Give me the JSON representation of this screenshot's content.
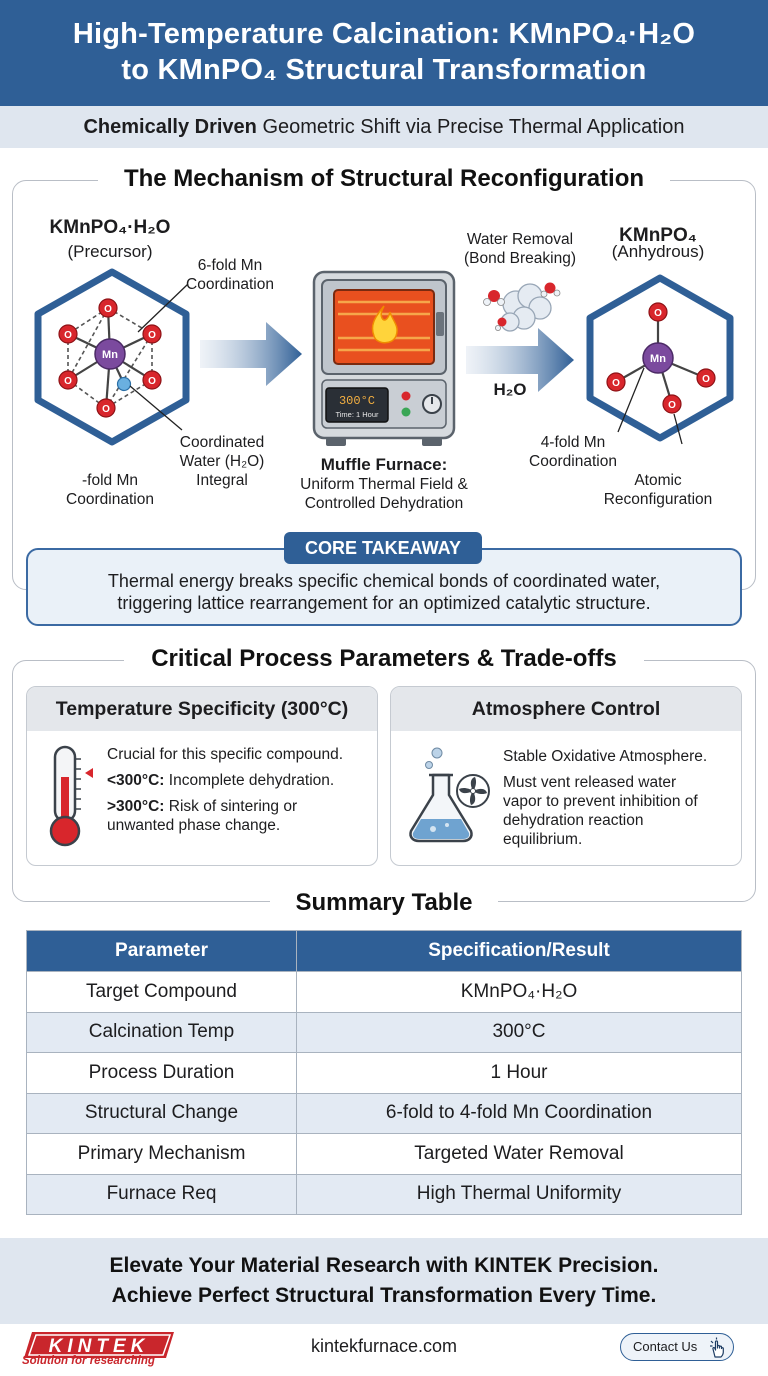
{
  "header": {
    "title_line1": "High-Temperature Calcination: KMnPO₄·H₂O",
    "title_line2": "to KMnPO₄ Structural Transformation",
    "subtitle_bold": "Chemically Driven",
    "subtitle_rest": " Geometric Shift via Precise Thermal Application"
  },
  "mechanism": {
    "title": "The Mechanism of Structural Reconfiguration",
    "precursor": {
      "formula": "KMnPO₄·H₂O",
      "label": "(Precursor)"
    },
    "label_6fold": {
      "line1": "6-fold Mn",
      "line2": "Coordination"
    },
    "label_coordinated_water": {
      "line1": "Coordinated",
      "line2": "Water (H₂O)",
      "line3": "Integral"
    },
    "label_fold_bottom": {
      "line1": "-fold Mn",
      "line2": "Coordination"
    },
    "atom_O": "O",
    "atom_Mn": "Mn",
    "furnace": {
      "display_temp": "300°C",
      "display_time": "Time: 1 Hour",
      "title": "Muffle Furnace:",
      "desc_line1": "Uniform Thermal Field &",
      "desc_line2": "Controlled Dehydration"
    },
    "water_removal": {
      "line1": "Water Removal",
      "line2": "(Bond Breaking)"
    },
    "h2o_label": "H₂O",
    "product": {
      "formula": "KMnPO₄",
      "label": "(Anhydrous)"
    },
    "label_4fold": {
      "line1": "4-fold Mn",
      "line2": "Coordination"
    },
    "label_atomic": {
      "line1": "Atomic",
      "line2": "Reconfiguration"
    }
  },
  "takeaway": {
    "badge": "CORE TAKEAWAY",
    "line1": "Thermal energy breaks specific chemical bonds of coordinated water,",
    "line2": "triggering lattice rearrangement for an optimized catalytic structure."
  },
  "parameters": {
    "title": "Critical Process Parameters & Trade-offs",
    "temperature": {
      "heading": "Temperature Specificity (300°C)",
      "line1": "Crucial for this specific compound.",
      "low_label": "<300°C:",
      "low_text": " Incomplete dehydration.",
      "high_label": ">300°C:",
      "high_text": " Risk of sintering or",
      "high_text2": "unwanted phase change."
    },
    "atmosphere": {
      "heading": "Atmosphere Control",
      "line1": "Stable Oxidative Atmosphere.",
      "line2": "Must vent released water",
      "line3": "vapor to prevent inhibition of",
      "line4": "dehydration reaction",
      "line5": "equilibrium."
    }
  },
  "summary": {
    "title": "Summary Table",
    "headers": [
      "Parameter",
      "Specification/Result"
    ],
    "rows": [
      [
        "Target Compound",
        "KMnPO₄·H₂O"
      ],
      [
        "Calcination Temp",
        "300°C"
      ],
      [
        "Process Duration",
        "1 Hour"
      ],
      [
        "Structural Change",
        "6-fold to 4-fold Mn Coordination"
      ],
      [
        "Primary Mechanism",
        "Targeted Water Removal"
      ],
      [
        "Furnace Req",
        "High Thermal Uniformity"
      ]
    ]
  },
  "cta": {
    "line1": "Elevate Your Material Research with KINTEK Precision.",
    "line2": "Achieve Perfect Structural Transformation Every Time."
  },
  "footer": {
    "logo_text": "KINTEK",
    "logo_tagline": "Solution for researching",
    "url": "kintekfurnace.com",
    "contact": "Contact Us"
  },
  "colors": {
    "brand_blue": "#2f5f96",
    "oxygen_red": "#d8262c",
    "manganese_purple": "#7b4a9e",
    "kintek_red": "#c9262c"
  }
}
